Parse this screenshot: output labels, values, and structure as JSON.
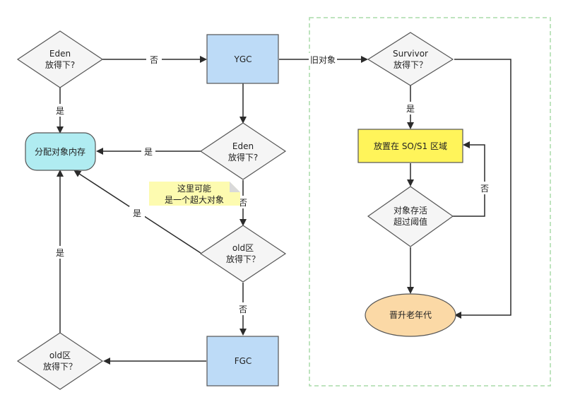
{
  "nodes": {
    "eden_check_1": {
      "line1": "Eden",
      "line2": "放得下?"
    },
    "ygc": {
      "label": "YGC"
    },
    "survivor_check": {
      "line1": "Survivor",
      "line2": "放得下？"
    },
    "alloc_memory": {
      "label": "分配对象内存"
    },
    "eden_check_2": {
      "line1": "Eden",
      "line2": "放得下?"
    },
    "so_s1": {
      "label": "放置在 SO/S1 区域"
    },
    "note": {
      "line1": "这里可能",
      "line2": "是一个超大对象"
    },
    "age_check": {
      "line1": "对象存活",
      "line2": "超过阈值"
    },
    "old_check_1": {
      "line1": "old区",
      "line2": "放得下？"
    },
    "promote_old": {
      "label": "晋升老年代"
    },
    "old_check_2": {
      "line1": "old区",
      "line2": "放得下？"
    },
    "fgc": {
      "label": "FGC"
    }
  },
  "edges": {
    "no_1": "否",
    "old_objects": "旧对象",
    "yes_1": "是",
    "yes_2": "是",
    "yes_3": "是",
    "no_2": "否",
    "no_3": "否",
    "yes_4": "是",
    "no_4": "否",
    "yes_5": "是"
  },
  "colors": {
    "ygc_fill": "#bddbf7",
    "fgc_fill": "#bddbf7",
    "alloc_fill": "#b0ecf1",
    "so_fill": "#fff45a",
    "promote_fill": "#fbd9a6",
    "note_fill": "#fdfbb0",
    "group_border": "#a8dca8"
  }
}
